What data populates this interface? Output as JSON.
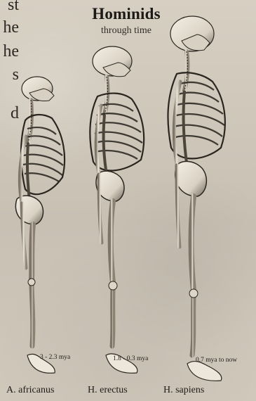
{
  "page": {
    "title": "Hominids",
    "subtitle": "through time"
  },
  "cut_text": {
    "lines": [
      "st",
      "he",
      "he",
      "s",
      "d"
    ]
  },
  "species": [
    {
      "name": "A. africanus",
      "date_range": "3 - 2.3 mya"
    },
    {
      "name": "H. erectus",
      "date_range": "1.8 - 0.3 mya"
    },
    {
      "name": "H. sapiens",
      "date_range": "0.7 mya to now"
    }
  ],
  "colors": {
    "paper": "#d6cfc2",
    "ink": "#1c1a17",
    "bone_light": "#efe8dc",
    "bone_shadow": "#7e7568"
  }
}
